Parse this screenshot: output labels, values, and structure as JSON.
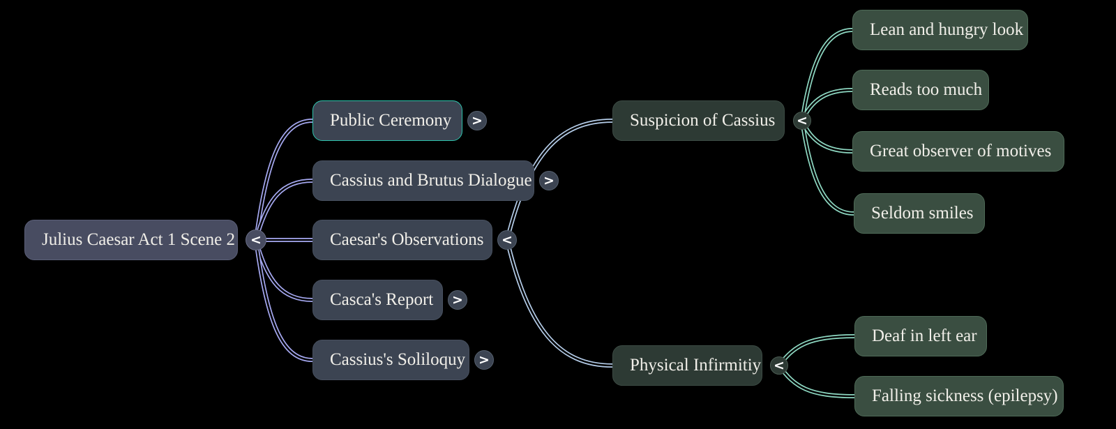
{
  "icons": {
    "expand": ">",
    "collapse": "<"
  },
  "colors": {
    "bg": "#000000",
    "text": "#f1efe9",
    "node-root": "#484c61",
    "node-l2": "#3c4452",
    "node-l3": "#2d3a34",
    "node-l4": "#3a4e41",
    "link-purple": "#a6a9f1",
    "link-blue": "#b5cde9",
    "link-teal": "#8ed8c2"
  },
  "tree": {
    "label": "Julius Caesar Act 1 Scene 2",
    "state": "expanded",
    "children": [
      {
        "label": "Public Ceremony",
        "state": "collapsed"
      },
      {
        "label": "Cassius and Brutus Dialogue",
        "state": "collapsed"
      },
      {
        "label": "Caesar's Observations",
        "state": "expanded",
        "children": [
          {
            "label": "Suspicion of Cassius",
            "state": "expanded",
            "children": [
              {
                "label": "Lean and hungry look"
              },
              {
                "label": "Reads too much"
              },
              {
                "label": "Great observer of motives"
              },
              {
                "label": "Seldom smiles"
              }
            ]
          },
          {
            "label": "Physical Infirmitiy",
            "state": "expanded",
            "children": [
              {
                "label": "Deaf in left ear"
              },
              {
                "label": "Falling sickness (epilepsy)"
              }
            ]
          }
        ]
      },
      {
        "label": "Casca's Report",
        "state": "collapsed"
      },
      {
        "label": "Cassius's Soliloquy",
        "state": "collapsed"
      }
    ]
  }
}
